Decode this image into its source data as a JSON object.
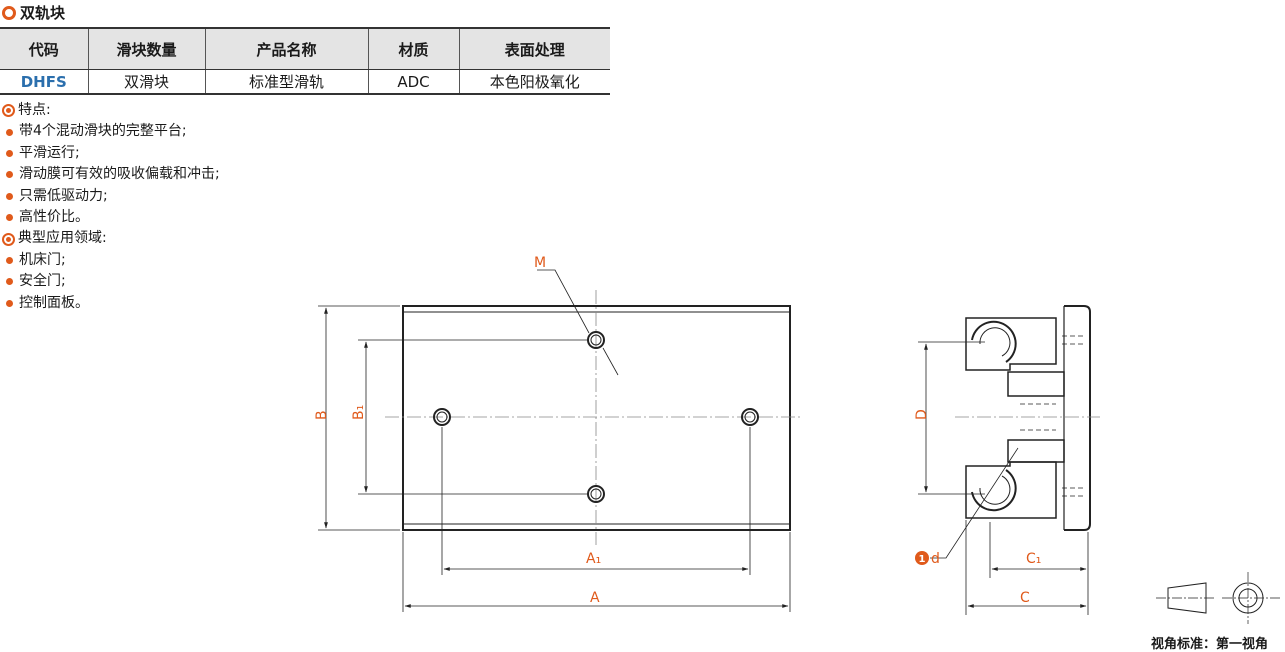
{
  "title": "双轨块",
  "table": {
    "headers": [
      "代码",
      "滑块数量",
      "产品名称",
      "材质",
      "表面处理"
    ],
    "row": [
      "DHFS",
      "双滑块",
      "标准型滑轨",
      "ADC",
      "本色阳极氧化"
    ]
  },
  "features": {
    "heading": "特点:",
    "items": [
      "带4个混动滑块的完整平台;",
      "平滑运行;",
      "滑动膜可有效的吸收偏载和冲击;",
      "只需低驱动力;",
      "高性价比。"
    ]
  },
  "applications": {
    "heading": "典型应用领域:",
    "items": [
      "机床门;",
      "安全门;",
      "控制面板。"
    ]
  },
  "drawing": {
    "labels": {
      "M": "M",
      "B": "B",
      "B1": "B₁",
      "A1": "A₁",
      "A": "A",
      "D": "D",
      "C1": "C₁",
      "C": "C",
      "d": "d",
      "note": "1"
    }
  },
  "projection_standard": "视角标准：第一视角",
  "colors": {
    "accent": "#e05a1b",
    "code": "#2b6fad"
  }
}
